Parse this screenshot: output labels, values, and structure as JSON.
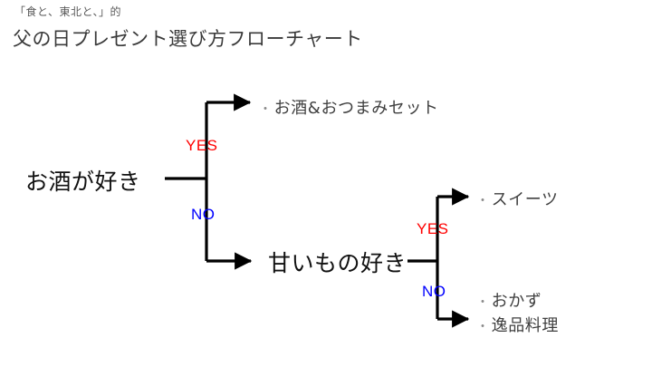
{
  "header": {
    "subtitle": "「食と、東北と、」的",
    "title": "父の日プレゼント選び方フローチャート"
  },
  "flowchart": {
    "type": "decision-tree",
    "branch_labels": {
      "yes": "YES",
      "no": "NO",
      "yes_color": "#ff0000",
      "no_color": "#0000ff"
    },
    "bullet": "・",
    "nodes": [
      {
        "id": "q1",
        "kind": "question",
        "text": "お酒が好き",
        "yes_label": "YES",
        "no_label": "NO"
      },
      {
        "id": "q2",
        "kind": "question",
        "text": "甘いもの好き",
        "yes_label": "YES",
        "no_label": "NO"
      }
    ],
    "outcomes": [
      {
        "id": "o1",
        "text": "お酒&おつまみセット",
        "from": "q1",
        "branch": "YES"
      },
      {
        "id": "o2",
        "text": "スイーツ",
        "from": "q2",
        "branch": "YES"
      },
      {
        "id": "o3",
        "text": "おかず",
        "from": "q2",
        "branch": "NO"
      },
      {
        "id": "o4",
        "text": "逸品料理",
        "from": "q2",
        "branch": "NO"
      }
    ]
  }
}
